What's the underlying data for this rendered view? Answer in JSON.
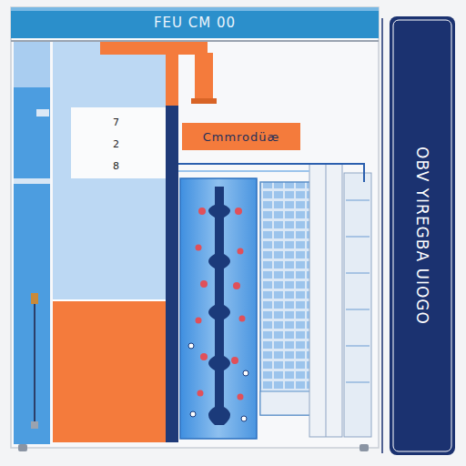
{
  "diagram": {
    "nodes": [
      {
        "text": [
          "FEU CM 00"
        ]
      },
      {
        "text": [
          "Cmmrodüæ"
        ]
      },
      {
        "text": [
          "OBV YIREGBA UIOGO"
        ]
      }
    ],
    "labels": [
      "7",
      "2",
      "8"
    ]
  }
}
